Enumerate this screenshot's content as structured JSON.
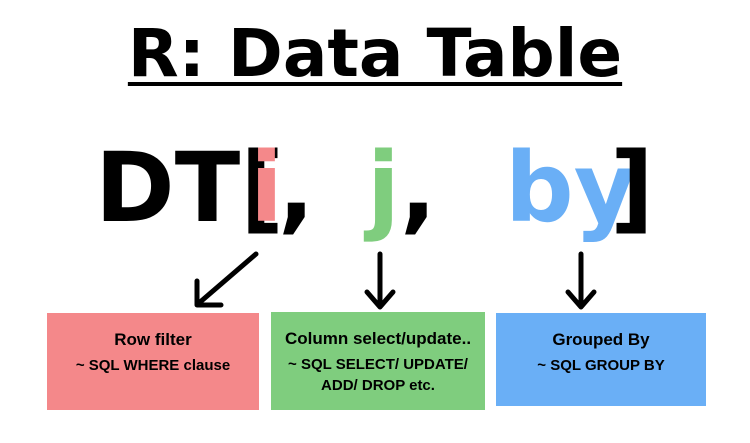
{
  "title": "R: Data Table",
  "syntax": {
    "prefix": "DT[",
    "i": "i",
    "comma1": ",",
    "j": "j",
    "comma2": ",",
    "by": "by",
    "suffix": "]"
  },
  "colors": {
    "i": "#f4888a",
    "j": "#7fcd7e",
    "by": "#6aaff6",
    "row_filter_box": "#f4888a",
    "column_box": "#7fcd7e",
    "group_box": "#6aaff6"
  },
  "boxes": {
    "row_filter": {
      "title": "Row filter",
      "subtitle": "~ SQL WHERE clause"
    },
    "column_select": {
      "title": "Column select/update..",
      "subtitle_line1": "~ SQL SELECT/ UPDATE/",
      "subtitle_line2": "ADD/ DROP etc."
    },
    "grouped_by": {
      "title": "Grouped By",
      "subtitle": "~ SQL GROUP BY"
    }
  }
}
